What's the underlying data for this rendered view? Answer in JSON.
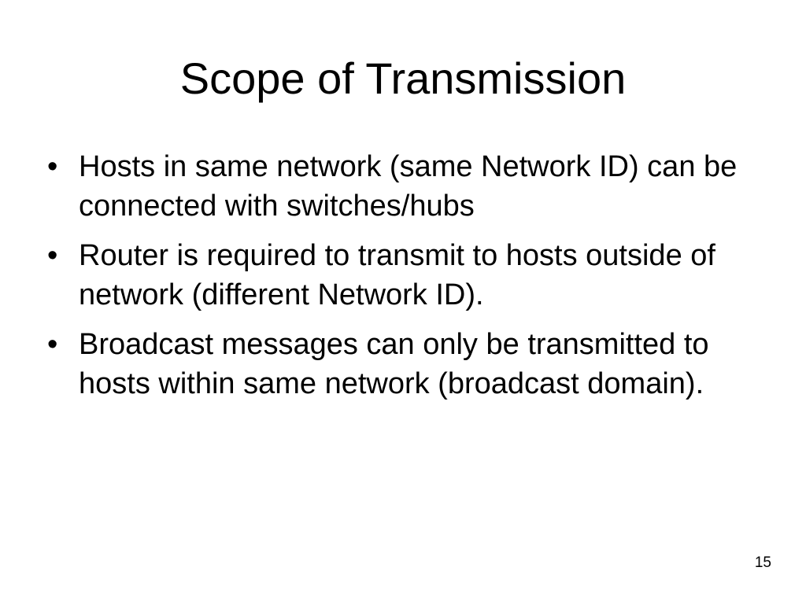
{
  "slide": {
    "title": "Scope of Transmission",
    "bullet_symbol": "•",
    "bullets": [
      "Hosts in same network (same Network ID) can be connected with switches/hubs",
      "Router is required to transmit to hosts outside of network (different Network ID).",
      "Broadcast messages can only be transmitted to hosts within same network (broadcast domain)."
    ],
    "slide_number": "15"
  }
}
